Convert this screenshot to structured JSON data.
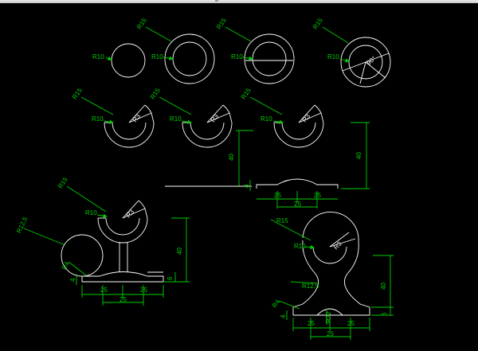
{
  "window": {
    "title": ""
  },
  "colors": {
    "background": "#000000",
    "geometry": "#ffffff",
    "dimension": "#00d000"
  },
  "labels": {
    "r10": "R10",
    "r15": "R15",
    "r125": "R12.5",
    "r125_alt": "R12,5",
    "r4": "R4",
    "r22": "R22",
    "d25": "25",
    "d40": "40",
    "d6": "6",
    "d4": "4"
  }
}
